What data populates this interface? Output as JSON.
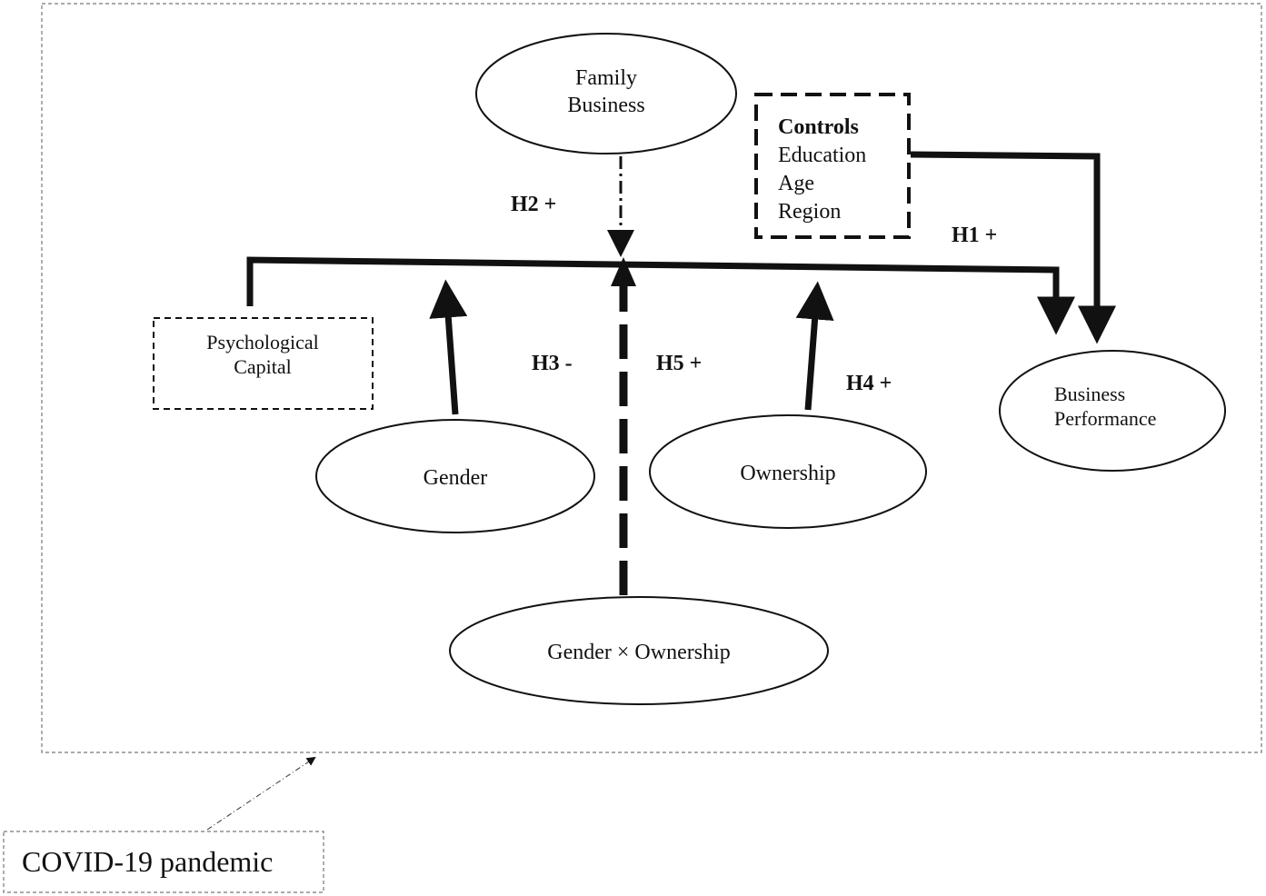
{
  "diagram": {
    "nodes": {
      "family_business": {
        "lines": [
          "Family",
          "Business"
        ]
      },
      "controls": {
        "heading": "Controls",
        "lines": [
          "Education",
          "Age",
          "Region"
        ]
      },
      "psychological_capital": {
        "lines": [
          "Psychological",
          "Capital"
        ]
      },
      "gender": {
        "label": "Gender"
      },
      "ownership": {
        "label": "Ownership"
      },
      "interaction": {
        "label": "Gender × Ownership"
      },
      "business_performance": {
        "lines": [
          "Business",
          "Performance"
        ]
      },
      "covid": {
        "label": "COVID-19 pandemic"
      }
    },
    "hypotheses": {
      "h1": "H1 +",
      "h2": "H2 +",
      "h3": "H3 -",
      "h4": "H4 +",
      "h5": "H5 +"
    },
    "edges": [
      {
        "from": "Psychological Capital",
        "to": "Business Performance",
        "hypothesis": "H1 +",
        "style": "solid"
      },
      {
        "from": "Family Business",
        "to": "H1 path",
        "hypothesis": "H2 +",
        "style": "dash-dot"
      },
      {
        "from": "Gender",
        "to": "H1 path",
        "hypothesis": "H3 -",
        "style": "solid"
      },
      {
        "from": "Ownership",
        "to": "H1 path",
        "hypothesis": "H4 +",
        "style": "solid"
      },
      {
        "from": "Gender × Ownership",
        "to": "H1 path",
        "hypothesis": "H5 +",
        "style": "dashed"
      },
      {
        "from": "Controls",
        "to": "Business Performance",
        "style": "solid"
      },
      {
        "from": "COVID-19 pandemic",
        "to": "model boundary",
        "style": "dash-dot"
      }
    ]
  }
}
